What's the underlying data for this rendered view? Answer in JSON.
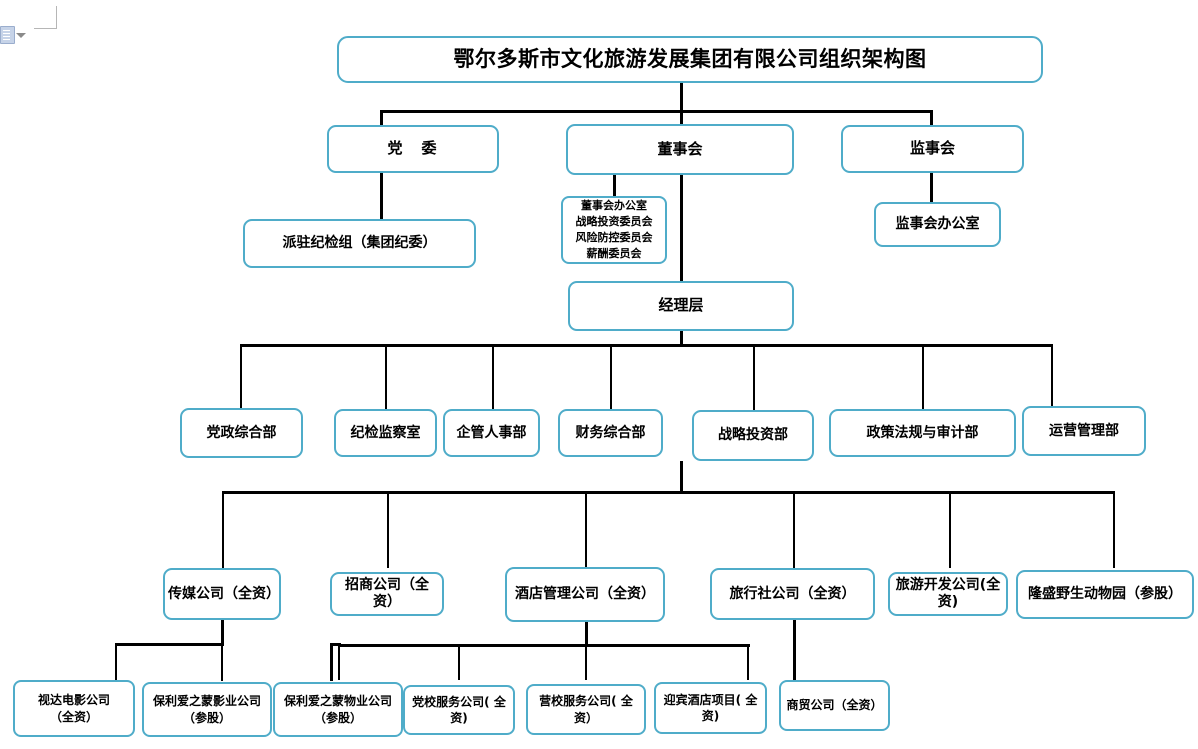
{
  "document": {
    "title": "鄂尔多斯市文化旅游发展集团有限公司组织架构图",
    "paste_icon": "clipboard-paste-icon",
    "paste_caret": "chevron-down-icon"
  },
  "colors": {
    "node_border": "#4facc9",
    "node_fill": "#ffffff",
    "connector": "#000000",
    "text": "#000000"
  },
  "chart_data": {
    "type": "org-chart",
    "title": "鄂尔多斯市文化旅游发展集团有限公司组织架构图",
    "levels": [
      {
        "name": "governance",
        "nodes": [
          "党　委",
          "董事会",
          "监事会"
        ]
      },
      {
        "name": "support",
        "nodes": [
          "派驻纪检组（集团纪委）",
          "董事会办公室 / 战略投资委员会 / 风险防控委员会 / 薪酬委员会",
          "监事会办公室"
        ]
      },
      {
        "name": "management",
        "nodes": [
          "经理层"
        ]
      },
      {
        "name": "departments",
        "nodes": [
          "党政综合部",
          "纪检监察室",
          "企管人事部",
          "财务综合部",
          "战略投资部",
          "政策法规与审计部",
          "运营管理部"
        ]
      },
      {
        "name": "subsidiaries",
        "nodes": [
          "传媒公司（全资）",
          "招商公司（全资）",
          "酒店管理公司（全资）",
          "旅行社公司（全资）",
          "旅游开发公司(全资)",
          "隆盛野生动物园（参股）"
        ]
      },
      {
        "name": "sub-subsidiaries",
        "nodes": [
          "视达电影公司（全资）",
          "保利爱之蒙影业公司（参股）",
          "保利爱之蒙物业公司（参股）",
          "党校服务公司( 全资)",
          "营校服务公司( 全资）",
          "迎宾酒店项目( 全资)",
          "商贸公司（全资）"
        ]
      }
    ]
  },
  "nodes": {
    "title": "鄂尔多斯市文化旅游发展集团有限公司组织架构图",
    "party_committee": "党　委",
    "board_of_directors": "董事会",
    "board_of_supervisors": "监事会",
    "discipline_group": "派驻纪检组（集团纪委）",
    "committees": [
      "董事会办公室",
      "战略投资委员会",
      "风险防控委员会",
      "薪酬委员会"
    ],
    "supervisors_office": "监事会办公室",
    "management_layer": "经理层",
    "departments": [
      "党政综合部",
      "纪检监察室",
      "企管人事部",
      "财务综合部",
      "战略投资部",
      "政策法规与审计部",
      "运营管理部"
    ],
    "subsidiaries": [
      "传媒公司（全资）",
      "招商公司（全资）",
      "酒店管理公司（全资）",
      "旅行社公司（全资）",
      "旅游开发公司(全资)",
      "隆盛野生动物园（参股）"
    ],
    "leaves": [
      {
        "line1": "视达电影公司",
        "line2": "（全资）"
      },
      {
        "line1": "保利爱之蒙影业公司",
        "line2": "（参股）"
      },
      {
        "line1": "保利爱之蒙物业公司",
        "line2": "（参股）"
      },
      {
        "line1": "党校服务公司( 全资)",
        "line2": ""
      },
      {
        "line1": "营校服务公司( 全资）",
        "line2": ""
      },
      {
        "line1": "迎宾酒店项目( 全资)",
        "line2": ""
      },
      {
        "line1": "商贸公司（全资）",
        "line2": ""
      }
    ]
  }
}
